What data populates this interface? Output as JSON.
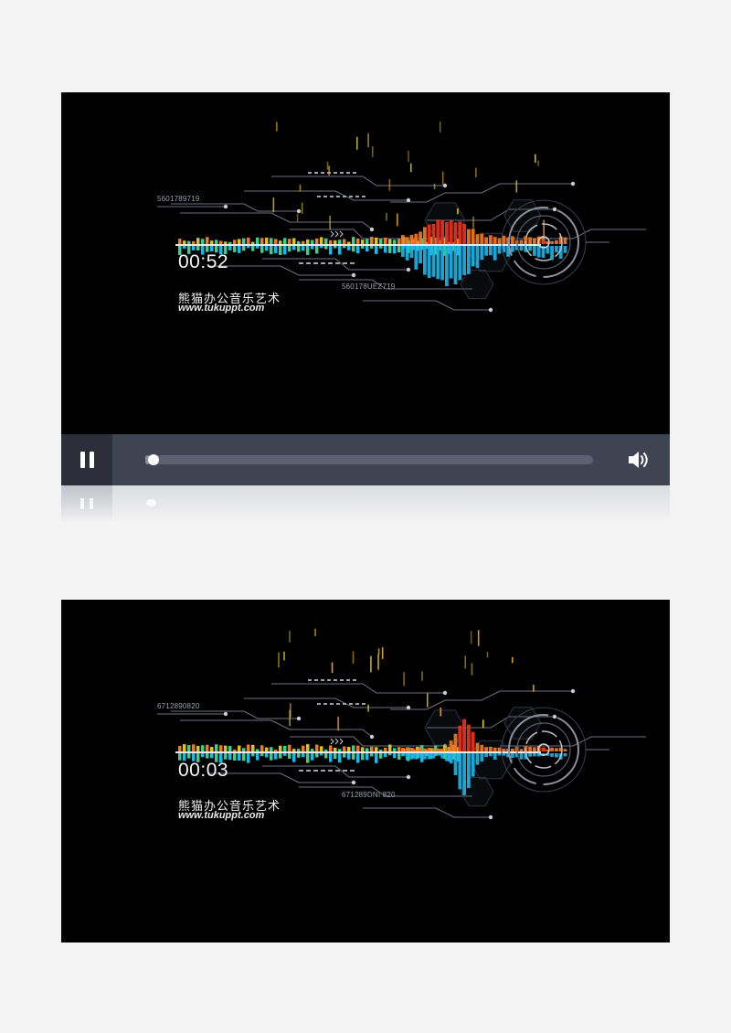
{
  "frames": [
    {
      "timer": "00:52",
      "code_top": "5601789719",
      "code_mid": "560178UEZ719",
      "brand_cn": "熊猫办公音乐艺术",
      "brand_url": "www.tukuppt.com"
    },
    {
      "timer": "00:03",
      "code_top": "6712890820",
      "code_mid": "671289DNI 820",
      "brand_cn": "熊猫办公音乐艺术",
      "brand_url": "www.tukuppt.com"
    }
  ],
  "player": {
    "state": "playing",
    "progress": 0.01,
    "icons": {
      "pause": "pause-icon",
      "volume": "volume-icon"
    }
  },
  "colors": {
    "frame_bg": "#000000",
    "control_bar": "#3f4452",
    "pause_bg": "#2c2f39",
    "track": "#5c6272",
    "eq_cyan": "#1fb6e8",
    "eq_orange": "#f07a22",
    "eq_red": "#e8331e",
    "eq_green": "#39d08a",
    "eq_yellow": "#d7c41a"
  }
}
